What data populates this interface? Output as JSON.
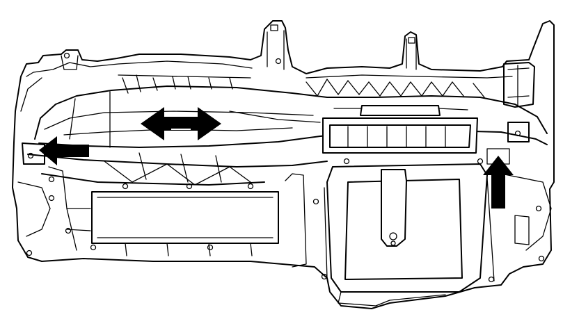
{
  "figure": {
    "subject": "instrument-panel-carrier-with-hvac-duct",
    "line_color": "#000000",
    "background": "#ffffff"
  },
  "arrows": [
    {
      "id": "arrow-left",
      "direction": "left",
      "style": "solid",
      "color": "#000000"
    },
    {
      "id": "arrow-double",
      "direction": "left-right",
      "style": "solid",
      "color": "#000000"
    },
    {
      "id": "arrow-up",
      "direction": "up",
      "style": "solid",
      "color": "#000000"
    }
  ]
}
